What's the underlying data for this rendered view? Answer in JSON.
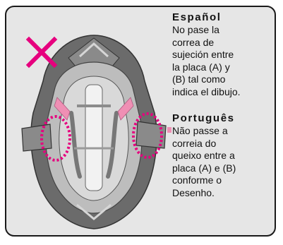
{
  "colors": {
    "panel_background": "#e6e6e6",
    "border": "#1a1a1a",
    "cross_mark": "#e6007e",
    "highlight_circle": "#e6007e",
    "helmet_dark": "#6b6b6b",
    "helmet_light": "#bdbdbd",
    "strap_pink": "#ef8fb4"
  },
  "icons": {
    "warning_mark": "cross-x-icon",
    "illustration": "helmet-interior-illustration"
  },
  "spanish": {
    "heading": "Español",
    "lines": [
      "No pase la",
      "correa de",
      "sujeción entre",
      "la placa (A) y",
      "(B) tal como",
      "indica el dibujo."
    ]
  },
  "portuguese": {
    "heading": "Português",
    "lines": [
      "Não passe a",
      "correia do",
      "queixo entre a",
      "placa (A) e (B)",
      "conforme o",
      "Desenho."
    ]
  }
}
